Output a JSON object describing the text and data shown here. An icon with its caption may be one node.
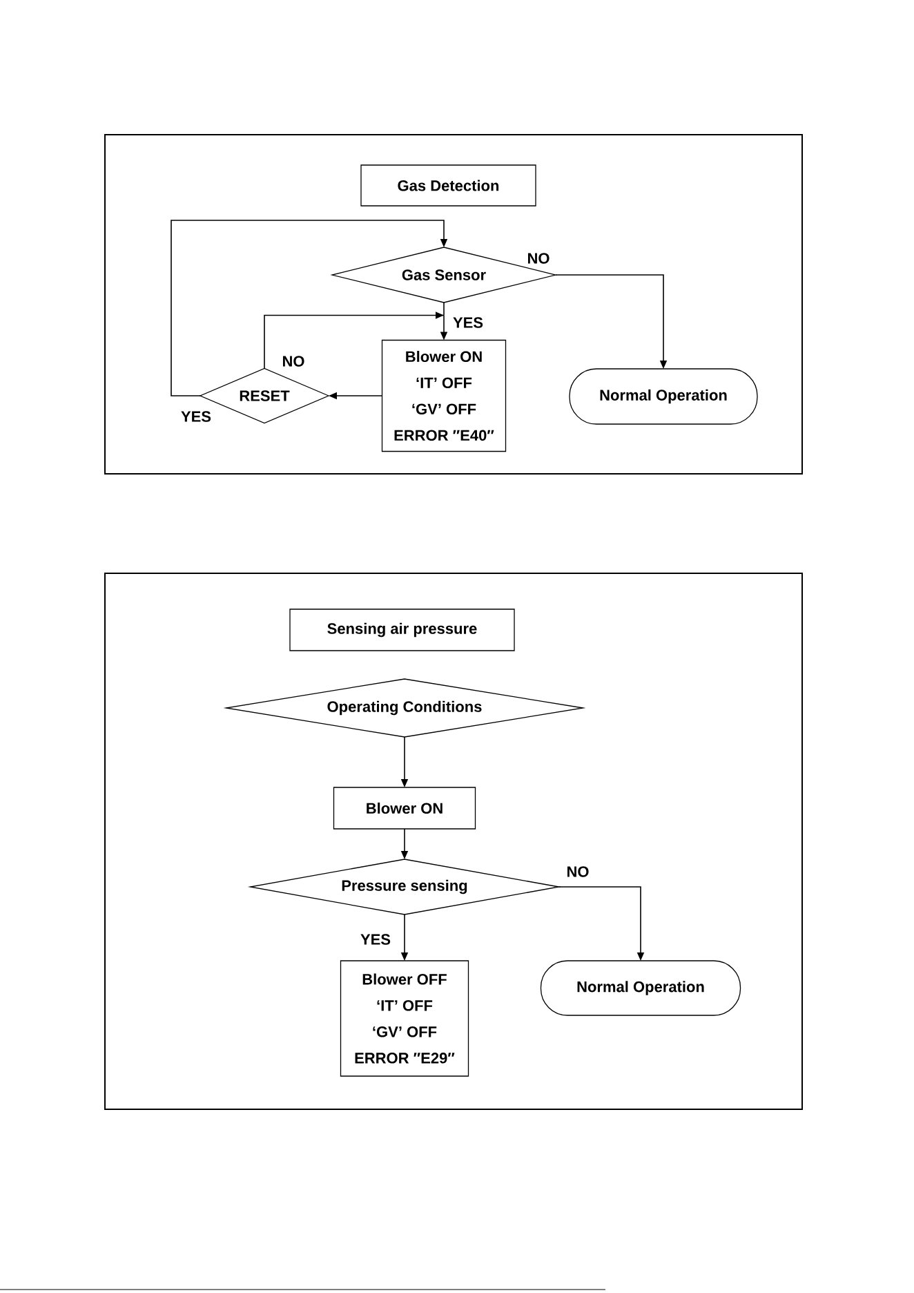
{
  "diagram": {
    "nodes": [
      {
        "text": [],
        "shape": "box"
      },
      {
        "text": [
          "Gas Detection"
        ],
        "in": 0
      },
      {
        "text": [
          "Gas Sensor"
        ],
        "in": 0
      },
      {
        "text": [
          "RESET"
        ],
        "in": 0
      },
      {
        "text": [
          "Blower ON",
          "‘IT’ OFF",
          "‘GV’ OFF",
          "ERROR ″E40″"
        ],
        "in": 0
      },
      {
        "text": [
          "Normal Operation"
        ],
        "in": 0
      },
      {
        "text": [],
        "shape": "box"
      },
      {
        "text": [
          "Sensing air pressure"
        ],
        "in": 6
      },
      {
        "text": [
          "Operating Conditions"
        ],
        "in": 6
      },
      {
        "text": [
          "Blower ON"
        ],
        "in": 6
      },
      {
        "text": [
          "Pressure sensing"
        ],
        "in": 6
      },
      {
        "text": [
          "Blower OFF",
          "‘IT’ OFF",
          "‘GV’ OFF",
          "ERROR ″E29″"
        ],
        "in": 6
      },
      {
        "text": [
          "Normal Operation"
        ],
        "in": 6
      }
    ],
    "edges": [
      {
        "from": 2,
        "to": 4,
        "arrow": "to",
        "label": "YES"
      },
      {
        "from": 2,
        "to": 5,
        "arrow": "to",
        "label": "NO"
      },
      {
        "from": 4,
        "to": 3,
        "arrow": "to"
      },
      {
        "from": 3,
        "to": 4,
        "arrow": "to",
        "label": "NO"
      },
      {
        "from": 3,
        "to": 2,
        "arrow": "to",
        "label": "YES"
      },
      {
        "from": 8,
        "to": 9,
        "arrow": "to"
      },
      {
        "from": 9,
        "to": 10,
        "arrow": "to"
      },
      {
        "from": 10,
        "to": 12,
        "arrow": "to",
        "label": "NO"
      },
      {
        "from": 10,
        "to": 11,
        "arrow": "to",
        "label": "YES"
      }
    ]
  }
}
